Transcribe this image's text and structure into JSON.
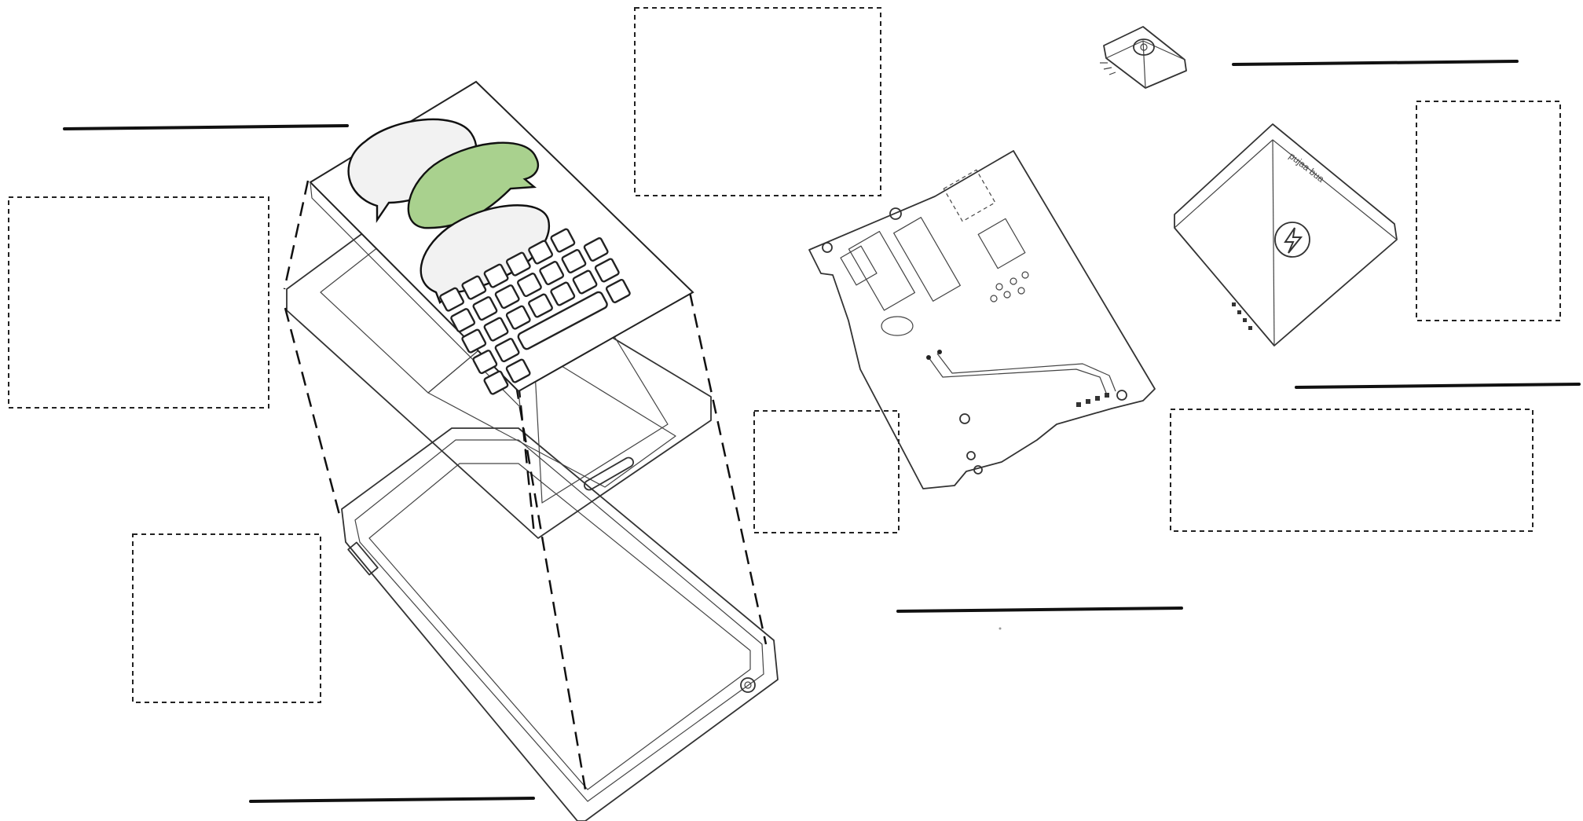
{
  "diagram": {
    "title": "",
    "colors": {
      "bubble_green": "#a9d18e",
      "bubble_gray": "#f2f2f2",
      "line": "#111111"
    },
    "components": [
      {
        "id": "screen",
        "label": ""
      },
      {
        "id": "case",
        "label": ""
      },
      {
        "id": "circuit-board",
        "label": ""
      },
      {
        "id": "sensor-module",
        "label": ""
      },
      {
        "id": "battery",
        "label": ""
      }
    ],
    "label_boxes": [
      {
        "id": "box-left-top",
        "text": ""
      },
      {
        "id": "box-top-center",
        "text": ""
      },
      {
        "id": "box-far-right",
        "text": ""
      },
      {
        "id": "box-center",
        "text": ""
      },
      {
        "id": "box-right-wide",
        "text": ""
      },
      {
        "id": "box-left-bottom",
        "text": ""
      }
    ],
    "battery_brand_text": "pujaa bua",
    "icons": [
      "chat-bubble-icon",
      "keyboard-icon",
      "lightning-icon"
    ]
  }
}
